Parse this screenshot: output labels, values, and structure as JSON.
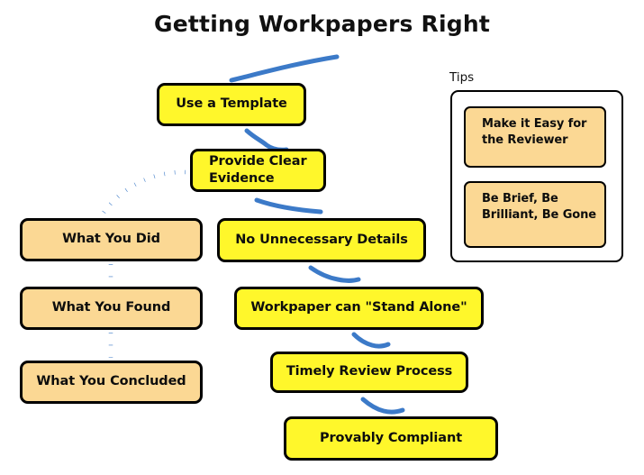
{
  "title": "Getting Workpapers Right",
  "flow": {
    "nodes": [
      {
        "id": "use-a-template",
        "label": "Use a Template"
      },
      {
        "id": "provide-clear-evidence",
        "label": "Provide Clear Evidence"
      },
      {
        "id": "no-unnecessary-details",
        "label": "No Unnecessary Details"
      },
      {
        "id": "workpaper-stand-alone",
        "label": "Workpaper can \"Stand Alone\""
      },
      {
        "id": "timely-review-process",
        "label": "Timely Review Process"
      },
      {
        "id": "provably-compliant",
        "label": "Provably Compliant"
      }
    ],
    "evidence_nodes": [
      {
        "id": "what-you-did",
        "label": "What You Did"
      },
      {
        "id": "what-you-found",
        "label": "What You Found"
      },
      {
        "id": "what-you-concluded",
        "label": "What You Concluded"
      }
    ]
  },
  "tips": {
    "label": "Tips",
    "items": [
      {
        "id": "make-it-easy",
        "label": "Make it Easy for the Reviewer"
      },
      {
        "id": "be-brief",
        "label": "Be Brief, Be Brilliant, Be Gone"
      }
    ]
  },
  "colors": {
    "node_yellow": "#FFF72B",
    "node_peach": "#FBD894",
    "connector_blue": "#3C7AC8",
    "border_black": "#000000",
    "background": "#FFFFFF"
  }
}
